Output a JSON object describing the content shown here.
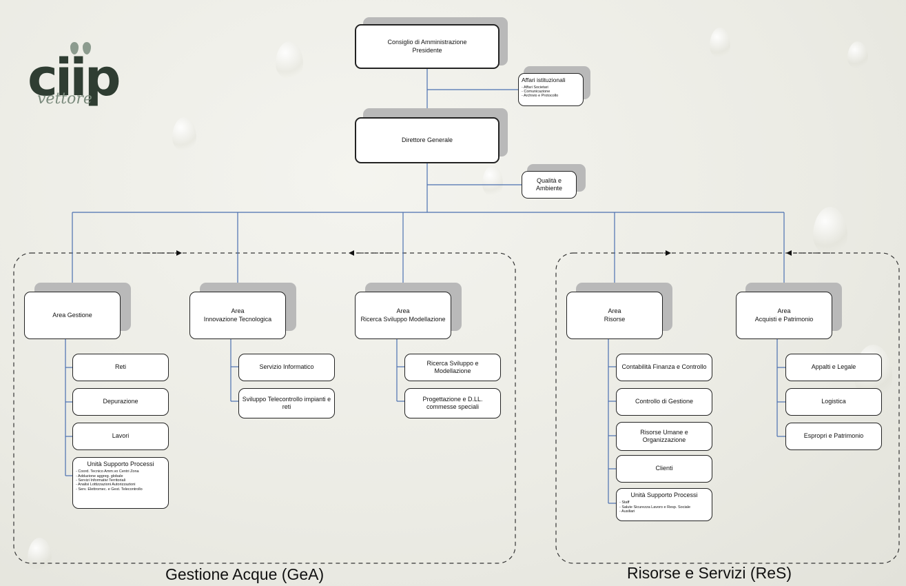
{
  "logo": {
    "word": "ciip",
    "sub": "vettore"
  },
  "board": {
    "line1": "Consiglio di Amministrazione",
    "line2": "Presidente"
  },
  "affari": {
    "title": "Affari istituzionali",
    "items": [
      "- Affari Societari",
      "- Comunicazione",
      "- Archivio e Protocollo"
    ]
  },
  "direttore": {
    "label": "Direttore Generale"
  },
  "qualita": {
    "line1": "Qualità e",
    "line2": "Ambiente"
  },
  "areas": {
    "gestione": {
      "line1": "Area Gestione"
    },
    "innovazione": {
      "line1": "Area",
      "line2": "Innovazione Tecnologica"
    },
    "ricerca": {
      "line1": "Area",
      "line2": "Ricerca Sviluppo Modellazione"
    },
    "risorse": {
      "line1": "Area",
      "line2": "Risorse"
    },
    "acquisti": {
      "line1": "Area",
      "line2": "Acquisti e Patrimonio"
    }
  },
  "gestione_units": {
    "reti": "Reti",
    "depurazione": "Depurazione",
    "lavori": "Lavori",
    "usp_title": "Unità Supporto Processi",
    "usp_items": [
      "- Coord. Tecnico Amm.vo Centri Zona",
      "- Adduzione aggreg. globale",
      "- Servizi Informativi Territoriali",
      "- Analisi Lottizzazioni Autorizzazioni",
      "- Serv. Elettromec. e Gest. Telecontrollo"
    ]
  },
  "innovazione_units": {
    "servizio": "Servizio Informatico",
    "sviluppo_line1": "Sviluppo Telecontrollo impianti e",
    "sviluppo_line2": "reti"
  },
  "ricerca_units": {
    "ricerca": "Ricerca Sviluppo e Modellazione",
    "progettazione_line1": "Progettazione e D.LL.",
    "progettazione_line2": "commesse speciali"
  },
  "risorse_units": {
    "contabilita": "Contabilità Finanza e Controllo",
    "controllo": "Controllo di Gestione",
    "ru_line1": "Risorse Umane e",
    "ru_line2": "Organizzazione",
    "clienti": "Clienti",
    "usp_title": "Unità Supporto Processi",
    "usp_items": [
      "- Staff",
      "- Salute Sicurezza Lavoro e Resp. Sociale",
      "- Ausiliari"
    ]
  },
  "acquisti_units": {
    "appalti": "Appalti e Legale",
    "logistica": "Logistica",
    "espropri": "Espropri e Patrimonio"
  },
  "groups": {
    "gea": "Gestione Acque (GeA)",
    "res": "Risorse e Servizi (ReS)"
  },
  "colors": {
    "connector": "#4a6fb0",
    "group_border": "#333333",
    "shadow": "#b9b9b9"
  }
}
